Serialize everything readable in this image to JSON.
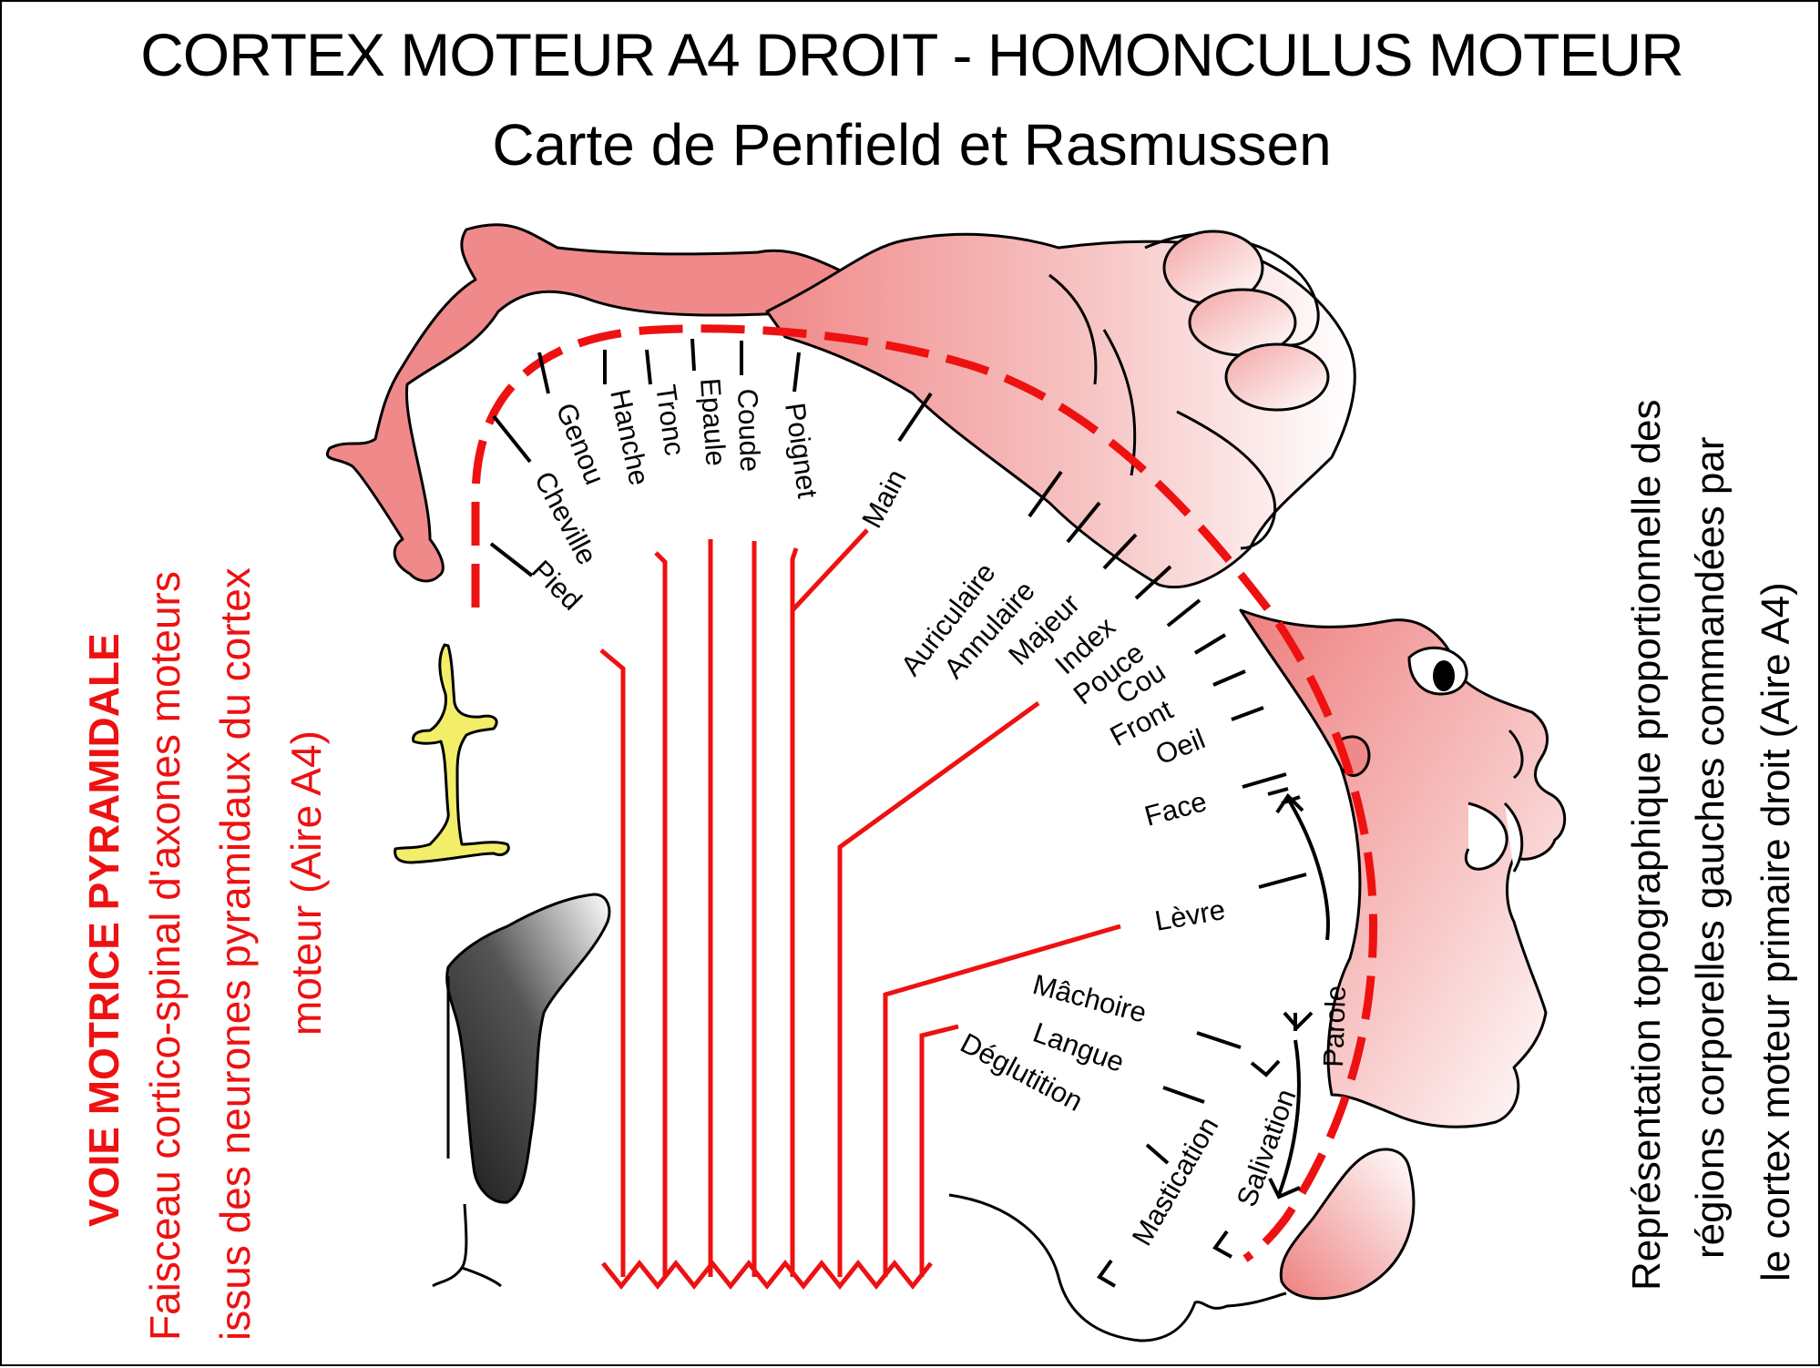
{
  "title": "CORTEX MOTEUR A4 DROIT - HOMONCULUS MOTEUR",
  "subtitle": "Carte de Penfield et Rasmussen",
  "left_caption": {
    "heading": "VOIE MOTRICE PYRAMIDALE",
    "line1": "Faisceau cortico-spinal d'axones moteurs",
    "line2": "issus des neurones pyramidaux du cortex",
    "line3": "moteur (Aire A4)"
  },
  "right_caption": {
    "line1": "Représentation topographique proportionnelle des",
    "line2": "régions corporelles gauches commandées par",
    "line3": "le cortex moteur primaire droit (Aire A4)"
  },
  "body_parts": {
    "pied": "Pied",
    "cheville": "Cheville",
    "genou": "Genou",
    "hanche": "Hanche",
    "tronc": "Tronc",
    "epaule": "Epaule",
    "coude": "Coude",
    "poignet": "Poignet",
    "main": "Main",
    "auriculaire": "Auriculaire",
    "annulaire": "Annulaire",
    "majeur": "Majeur",
    "index": "Index",
    "pouce": "Pouce",
    "cou": "Cou",
    "front": "Front",
    "oeil": "Oeil",
    "face": "Face",
    "levre": "Lèvre",
    "machoire": "Mâchoire",
    "langue": "Langue",
    "deglutition": "Déglutition",
    "parole": "Parole",
    "salivation": "Salivation",
    "mastication": "Mastication"
  },
  "colors": {
    "pathway_red": "#ee1111",
    "body_pink": "#f08a8a",
    "spinal_yellow": "#f3ee6a",
    "caption_red": "#ee1111"
  }
}
